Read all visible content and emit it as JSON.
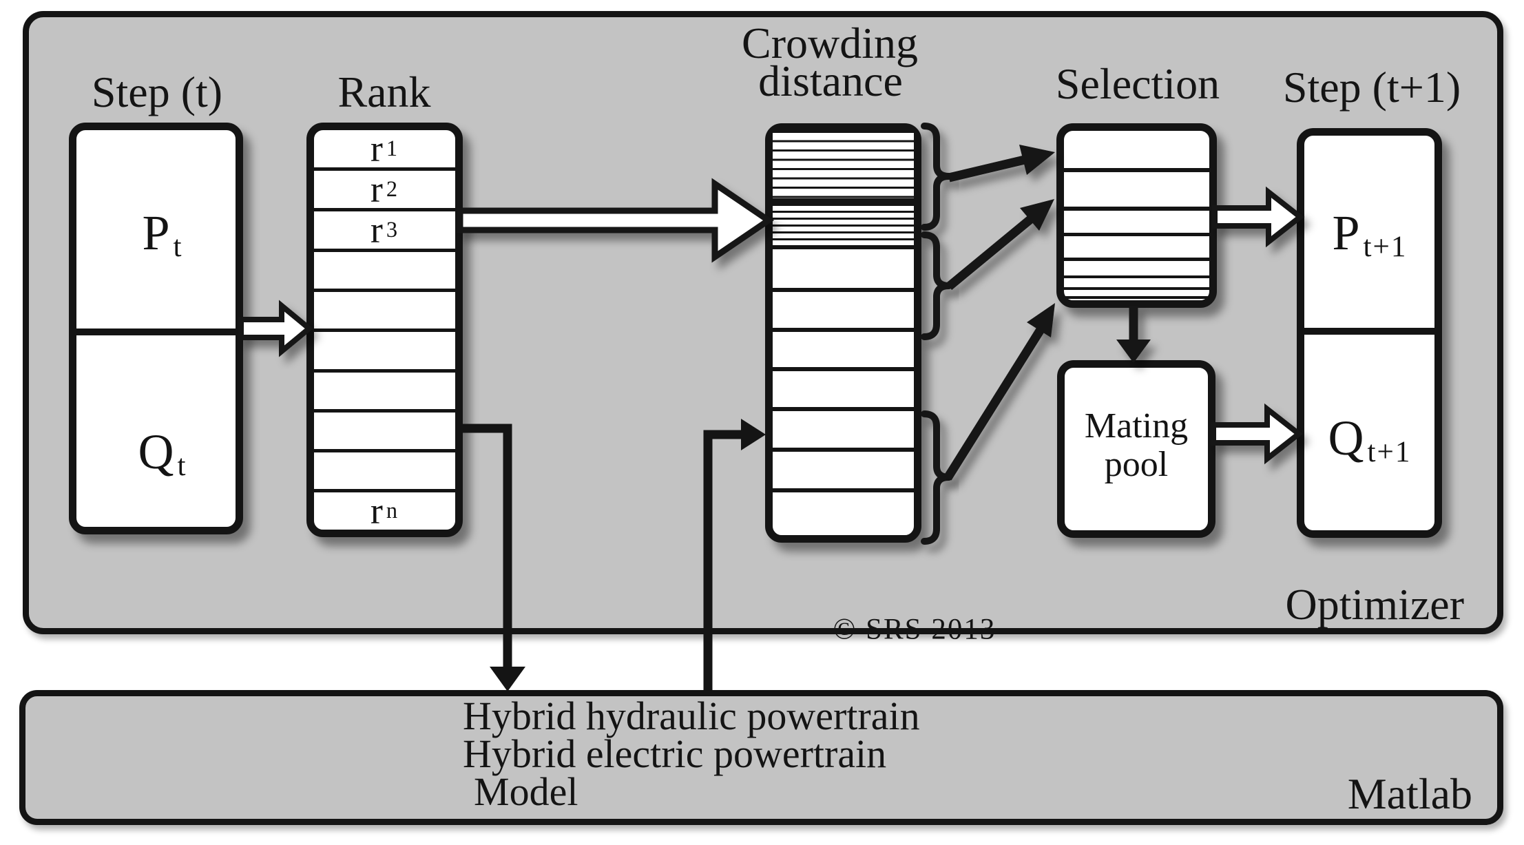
{
  "diagram": {
    "optimizer": {
      "label": "Optimizer",
      "copyright": "© SRS 2013"
    },
    "model": {
      "label": "Matlab",
      "lines": [
        "Hybrid hydraulic powertrain",
        "Hybrid electric powertrain",
        "Model"
      ]
    },
    "step_t": {
      "title": "Step (t)",
      "p_base": "P",
      "p_sub": "t",
      "q_base": "Q",
      "q_sub": "t"
    },
    "rank": {
      "title": "Rank",
      "r1_base": "r",
      "r1_sub": "1",
      "r2_base": "r",
      "r2_sub": "2",
      "r3_base": "r",
      "r3_sub": "3",
      "rn_base": "r",
      "rn_sub": "n"
    },
    "crowding": {
      "title_line1": "Crowding",
      "title_line2": "distance"
    },
    "selection": {
      "title": "Selection"
    },
    "mating_pool": {
      "line1": "Mating",
      "line2": "pool"
    },
    "step_t1": {
      "title": "Step (t+1)",
      "p_base": "P",
      "p_sub": "t+1",
      "q_base": "Q",
      "q_sub": "t+1"
    },
    "colors": {
      "panel_gray": "#c3c3c3",
      "ink_black": "#141414",
      "box_white": "#ffffff"
    }
  }
}
